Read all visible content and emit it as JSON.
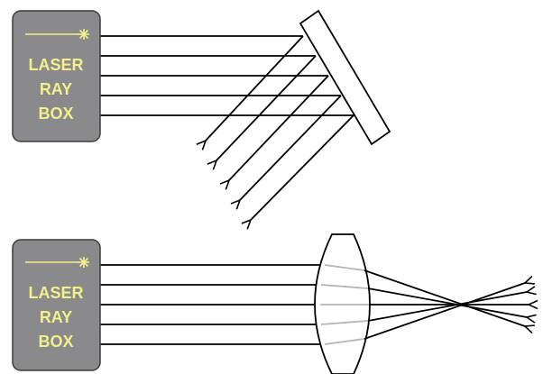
{
  "colors": {
    "box_fill": "#8a8a8c",
    "box_stroke": "#3c3c3c",
    "label": "#f3ef8a",
    "ray": "#000000",
    "ray_inside_lens": "#b4b4b4"
  },
  "icons": {
    "laser_source": "laser-starburst-icon"
  },
  "top_box": {
    "line1": "LASER",
    "line2": "RAY",
    "line3": "BOX"
  },
  "bottom_box": {
    "line1": "LASER",
    "line2": "RAY",
    "line3": "BOX"
  }
}
